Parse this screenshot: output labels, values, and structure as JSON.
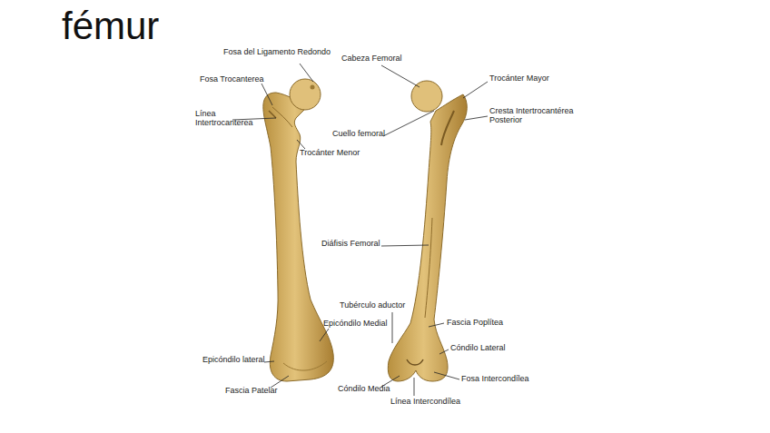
{
  "diagram": {
    "title": "fémur",
    "labels": [
      "Fosa del Ligamento Redondo",
      "Fosa Trocanterea",
      "Línea Intertrocanterea",
      "Trocánter Menor",
      "Cabeza Femoral",
      "Trocánter Mayor",
      "Cresta Intertrocantérea Posterior",
      "Cuello femoral",
      "Diáfisis Femoral",
      "Tubérculo aductor",
      "Epicóndilo Medial",
      "Fascia Poplítea",
      "Cóndilo Lateral",
      "Epicóndilo lateral",
      "Fosa Intercondílea",
      "Fascia Patelar",
      "Cóndilo Media",
      "Línea Intercondílea"
    ]
  }
}
